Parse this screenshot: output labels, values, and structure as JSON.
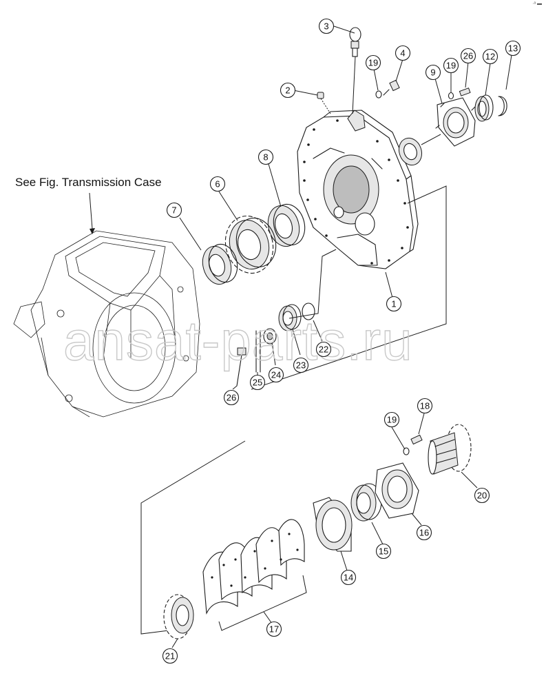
{
  "reference_label": "See Fig. Transmission Case",
  "watermark": "ansat-parts.ru",
  "corner_mark": "·ᵃ ▬",
  "callouts": [
    {
      "id": "c1",
      "label": "1"
    },
    {
      "id": "c2",
      "label": "2"
    },
    {
      "id": "c3",
      "label": "3"
    },
    {
      "id": "c4",
      "label": "4"
    },
    {
      "id": "c6",
      "label": "6"
    },
    {
      "id": "c7",
      "label": "7"
    },
    {
      "id": "c8",
      "label": "8"
    },
    {
      "id": "c9",
      "label": "9"
    },
    {
      "id": "c12",
      "label": "12"
    },
    {
      "id": "c13",
      "label": "13"
    },
    {
      "id": "c14",
      "label": "14"
    },
    {
      "id": "c15",
      "label": "15"
    },
    {
      "id": "c16",
      "label": "16"
    },
    {
      "id": "c17",
      "label": "17"
    },
    {
      "id": "c18",
      "label": "18"
    },
    {
      "id": "c19a",
      "label": "19"
    },
    {
      "id": "c19b",
      "label": "19"
    },
    {
      "id": "c19c",
      "label": "19"
    },
    {
      "id": "c20",
      "label": "20"
    },
    {
      "id": "c21",
      "label": "21"
    },
    {
      "id": "c22",
      "label": "22"
    },
    {
      "id": "c23",
      "label": "23"
    },
    {
      "id": "c24",
      "label": "24"
    },
    {
      "id": "c25",
      "label": "25"
    },
    {
      "id": "c26a",
      "label": "26"
    },
    {
      "id": "c26b",
      "label": "26"
    }
  ]
}
